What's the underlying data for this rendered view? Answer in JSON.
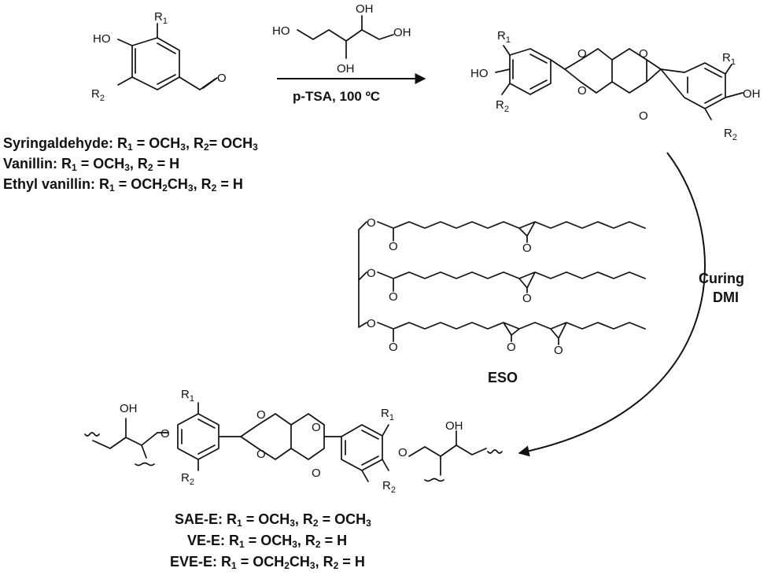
{
  "aldehyde": {
    "atoms": {
      "ho": "HO",
      "r1": "R",
      "r1_sub": "1",
      "r2": "R",
      "r2_sub": "2",
      "o": "O"
    }
  },
  "reagent": {
    "atoms": {
      "oh": "OH",
      "ho": "HO"
    },
    "catalyst": "p-TSA, 100 ºC"
  },
  "spiro_diol": {
    "atoms": {
      "ho": "HO",
      "oh": "OH",
      "o": "O",
      "r": "R",
      "s1": "1",
      "s2": "2"
    }
  },
  "substituent_list": [
    {
      "name": "Syringaldehyde:",
      "r1": "OCH",
      "r1_n": "3",
      "r2_sep": ", R",
      "r2_eq": "= OCH",
      "r2_n": "3"
    },
    {
      "name": "Vanillin:",
      "r1": "OCH",
      "r1_n": "3",
      "r2_sep": ", R",
      "r2_eq": " = H",
      "r2_n": ""
    },
    {
      "name": "Ethyl vanillin:",
      "r1": "OCH",
      "r1_n": "2",
      "r1_tail": "CH",
      "r1_n2": "3",
      "r2_sep": ", R",
      "r2_eq": " = H"
    }
  ],
  "eso": {
    "label": "ESO",
    "atoms": {
      "o": "O"
    }
  },
  "curing": {
    "line1": "Curing",
    "line2": "DMI"
  },
  "network": {
    "atoms": {
      "oh": "OH",
      "o": "O",
      "r": "R",
      "s1": "1",
      "s2": "2"
    }
  },
  "product_list": [
    {
      "name": "SAE-E:",
      "r1": "OCH",
      "r1_n": "3",
      "r2": "OCH",
      "r2_n": "3"
    },
    {
      "name": "VE-E:",
      "r1": "OCH",
      "r1_n": "3",
      "r2": "H"
    },
    {
      "name": "EVE-E:",
      "r1": "OCH",
      "r1_n": "2",
      "r1_tail": "CH",
      "r1_n2": "3",
      "r2": "H"
    }
  ]
}
